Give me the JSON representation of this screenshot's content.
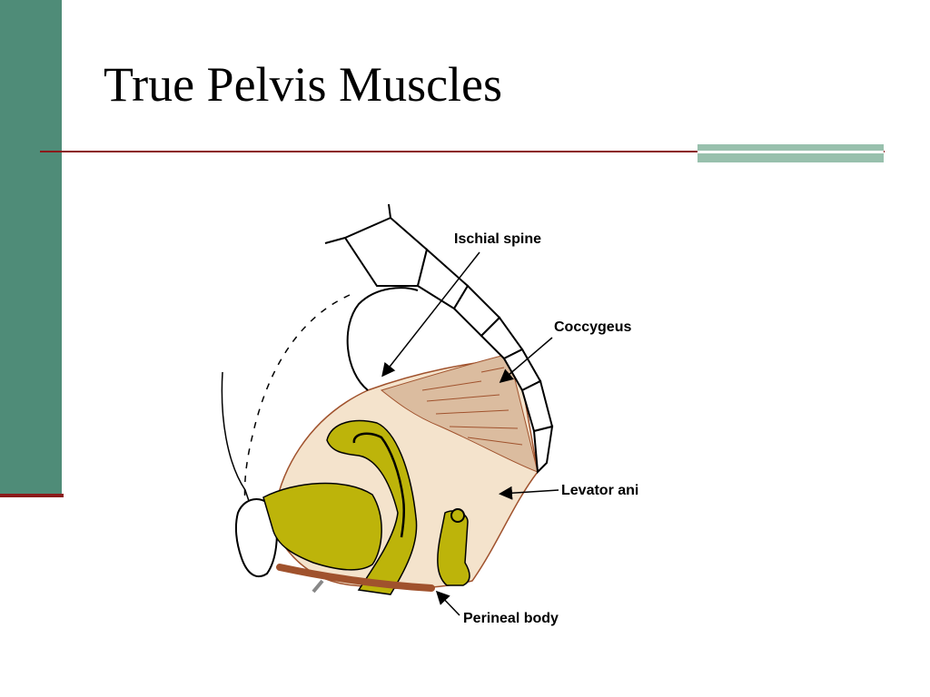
{
  "slide": {
    "title": "True Pelvis Muscles",
    "colors": {
      "sidebar": "#4f8c78",
      "rule": "#8b1a1a",
      "accent": "#98c0ad"
    }
  },
  "diagram": {
    "labels": {
      "ischial_spine": "Ischial spine",
      "coccygeus": "Coccygeus",
      "levator_ani": "Levator ani",
      "perineal_body": "Perineal body"
    },
    "colors": {
      "levator": "#f4e3cc",
      "coccygeus": "#dbbc9f",
      "organ": "#bdb40a",
      "perineal": "#a0522d"
    }
  }
}
